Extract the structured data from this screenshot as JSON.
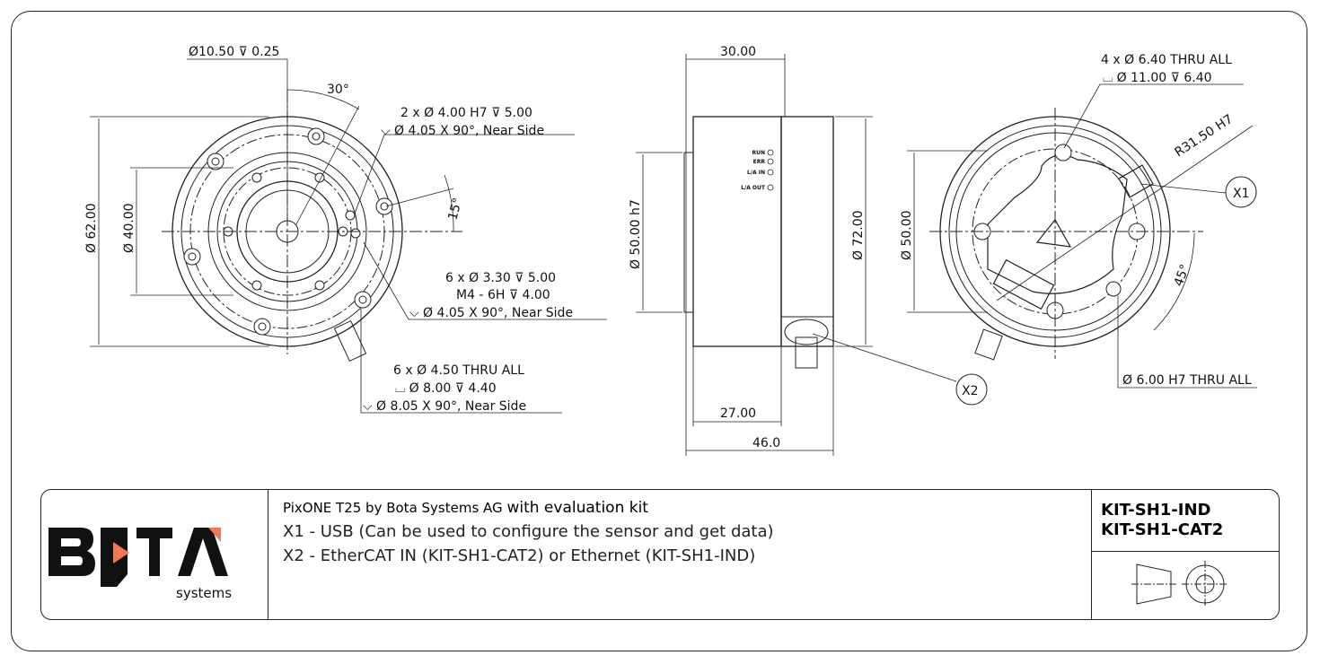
{
  "left_view": {
    "counterbore_top": "Ø10.50 ⊽ 0.25",
    "angle_30": "30°",
    "holes_2x": "2 x Ø 4.00 H7 ⊽ 5.00",
    "holes_2x_csk": "⌵ Ø 4.05 X 90°, Near Side",
    "angle_15": "15°",
    "dia_62": "Ø 62.00",
    "dia_40": "Ø 40.00",
    "holes_6x_a": "6 x Ø 3.30 ⊽ 5.00",
    "holes_6x_b": "M4 - 6H ⊽ 4.00",
    "holes_6x_c": "⌵ Ø 4.05 X 90°, Near Side",
    "thru_6x_a": "6 x Ø 4.50 THRU ALL",
    "thru_6x_b": "⌴ Ø 8.00 ⊽ 4.40",
    "thru_6x_c": "⌵ Ø 8.05 X 90°, Near Side"
  },
  "side_view": {
    "width_30": "30.00",
    "dia_50_h7": "Ø 50.00 h7",
    "dia_72": "Ø 72.00",
    "width_27": "27.00",
    "width_46": "46.0",
    "leds": [
      "RUN",
      "ERR",
      "L/A IN",
      "L/A OUT"
    ],
    "callout_x2": "X2"
  },
  "right_view": {
    "holes_4x_a": "4 x Ø 6.40 THRU ALL",
    "holes_4x_b": "⌴ Ø 11.00 ⊽ 6.40",
    "radius": "R31.50 H7",
    "callout_x1": "X1",
    "dia_50": "Ø 50.00",
    "angle_45": "45°",
    "pin_hole": "Ø 6.00 H7 THRU ALL"
  },
  "title_block": {
    "logo_text": "BOTA",
    "logo_sub": "systems",
    "product": "PixONE T25 by Bota Systems AG",
    "product_suffix": "with evaluation kit",
    "line_x1": "X1 - USB (Can be used to configure the sensor and get data)",
    "line_x2": "X2 - EtherCAT IN (KIT-SH1-CAT2) or Ethernet (KIT-SH1-IND)",
    "code_1": "KIT-SH1-IND",
    "code_2": "KIT-SH1-CAT2"
  },
  "colors": {
    "line": "#222222",
    "logo_accent": "#ee7a55"
  }
}
